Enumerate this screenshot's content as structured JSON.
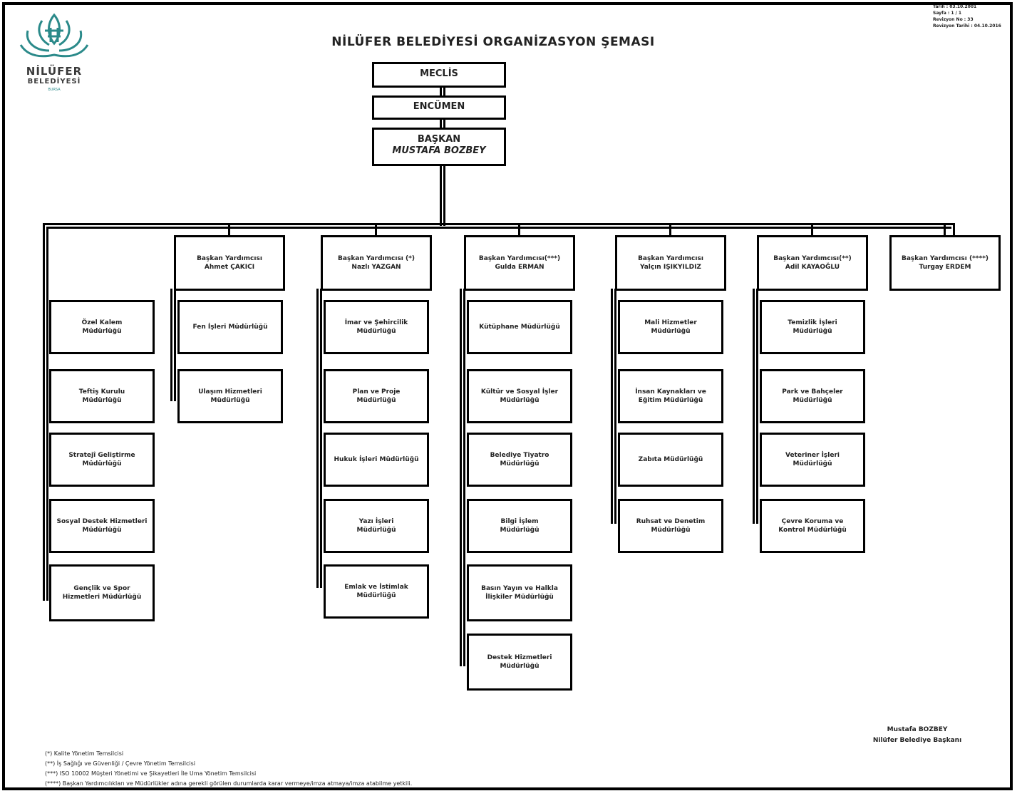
{
  "header": {
    "title": "NİLÜFER BELEDİYESİ ORGANİZASYON ŞEMASI",
    "logo_line1": "NİLÜFER",
    "logo_line2": "BELEDİYESİ",
    "logo_line3": "BURSA",
    "meta_lines": [
      "Tarih : 03.10.2001",
      "Sayfa : 1 / 1",
      "Revizyon No : 33",
      "Revizyon Tarihi : 04.10.2016"
    ]
  },
  "top": {
    "meclis": "MECLİS",
    "encumen": "ENCÜMEN",
    "baskan_title": "BAŞKAN",
    "baskan_name": "MUSTAFA BOZBEY"
  },
  "columns": [
    {
      "header": null,
      "items": [
        [
          "Özel Kalem",
          "Müdürlüğü"
        ],
        [
          "Teftiş Kurulu",
          "Müdürlüğü"
        ],
        [
          "Stratejî Geliştirme",
          "Müdürlüğü"
        ],
        [
          "Sosyal Destek Hizmetleri",
          "Müdürlüğü"
        ],
        [
          "Gençlik ve Spor",
          "Hizmetleri Müdürlüğü"
        ]
      ]
    },
    {
      "header": [
        "Başkan Yardımcısı",
        "Ahmet ÇAKICI"
      ],
      "items": [
        [
          "Fen İşleri  Müdürlüğü"
        ],
        [
          "Ulaşım Hizmetleri",
          "Müdürlüğü"
        ]
      ]
    },
    {
      "header": [
        "Başkan Yardımcısı   (*)",
        "Nazlı YAZGAN"
      ],
      "items": [
        [
          "İmar ve Şehircilik",
          "Müdürlüğü"
        ],
        [
          "Plan ve Proje",
          "Müdürlüğü"
        ],
        [
          "Hukuk İşleri  Müdürlüğü"
        ],
        [
          "Yazı İşleri",
          "Müdürlüğü"
        ],
        [
          "Emlak  ve İstimlak",
          "Müdürlüğü"
        ]
      ]
    },
    {
      "header": [
        "Başkan Yardımcısı(***)",
        "Gulda ERMAN"
      ],
      "items": [
        [
          "Kütüphane Müdürlüğü"
        ],
        [
          "Kültür ve Sosyal İşler",
          "Müdürlüğü"
        ],
        [
          "Belediye Tiyatro",
          "Müdürlüğü"
        ],
        [
          "Bilgi İşlem",
          "Müdürlüğü"
        ],
        [
          "Basın Yayın  ve Halkla",
          "İlişkiler  Müdürlüğü"
        ],
        [
          "Destek Hizmetleri",
          "Müdürlüğü"
        ]
      ]
    },
    {
      "header": [
        "Başkan Yardımcısı",
        "Yalçın IŞIKYILDIZ"
      ],
      "items": [
        [
          "Mali Hizmetler",
          "Müdürlüğü"
        ],
        [
          "İnsan Kaynakları  ve",
          "Eğitim  Müdürlüğü"
        ],
        [
          "Zabıta Müdürlüğü"
        ],
        [
          "Ruhsat ve Denetim",
          "Müdürlüğü"
        ]
      ]
    },
    {
      "header": [
        "Başkan Yardımcısı(**)",
        "Adil KAYAOĞLU"
      ],
      "items": [
        [
          "Temizlik  İşleri",
          "Müdürlüğü"
        ],
        [
          "Park ve Bahçeler",
          "Müdürlüğü"
        ],
        [
          "Veteriner  İşleri",
          "Müdürlüğü"
        ],
        [
          "Çevre Koruma  ve",
          "Kontrol Müdürlüğü"
        ]
      ]
    },
    {
      "header": [
        "Başkan Yardımcısı    (****)",
        "Turgay ERDEM"
      ],
      "items": []
    }
  ],
  "signature": {
    "name": "Mustafa BOZBEY",
    "role": "Nilüfer Belediye Başkanı"
  },
  "footnotes": [
    "(*) Kalite Yönetim Temsilcisi",
    "(**) İş Sağlığı ve Güvenliği / Çevre Yönetim Temsilcisi",
    "(***) ISO 10002 Müşteri Yönetimi ve Şikayetleri İle Uma Yönetim Temsilcisi",
    "(****) Başkan Yardımcılıkları ve Müdürlükler adına gerekli görülen durumlarda karar vermeye/imza atmaya/imza atabilme yetkili."
  ]
}
